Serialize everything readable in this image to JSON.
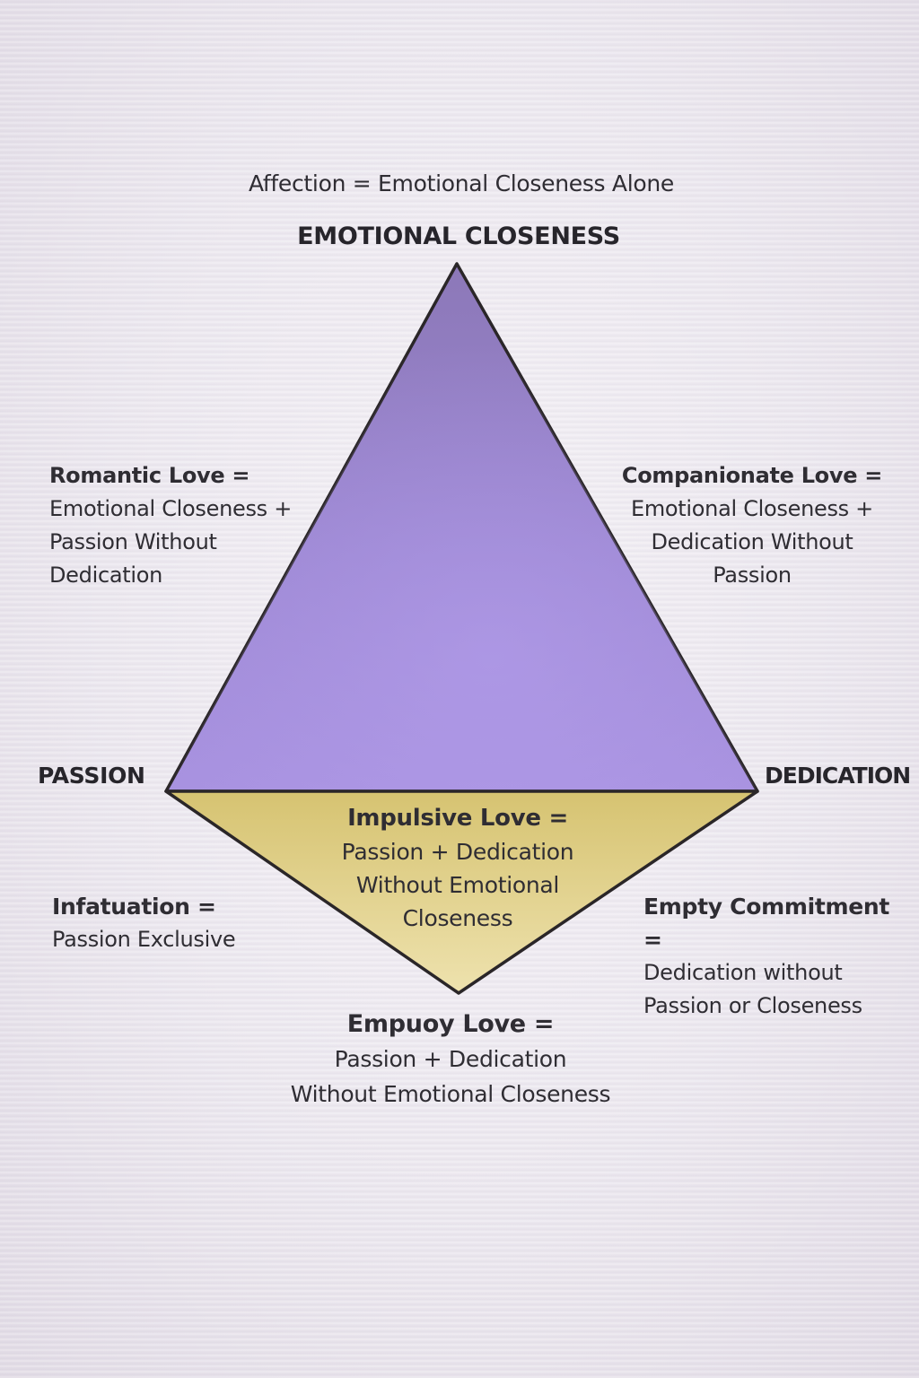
{
  "top_caption": "Affection = Emotional Closeness Alone",
  "vertices": {
    "top": "EMOTIONAL CLOSENESS",
    "left": "PASSION",
    "right": "DEDICATION"
  },
  "romantic": {
    "title": "Romantic Love =",
    "lines": [
      "Emotional Closeness +",
      "Passion Without",
      "Dedication"
    ]
  },
  "companionate": {
    "title": "Companionate Love =",
    "lines": [
      "Emotional Closeness +",
      "Dedication Without",
      "Passion"
    ]
  },
  "impulsive": {
    "title": "Impulsive Love =",
    "lines": [
      "Passion + Dedication",
      "Without Emotional",
      "Closeness"
    ]
  },
  "infatuation": {
    "title": "Infatuation =",
    "lines": [
      "Passion Exclusive"
    ]
  },
  "empty_commitment": {
    "title": "Empty Commitment =",
    "lines": [
      "Dedication without",
      "Passion or Closeness"
    ]
  },
  "empuoy": {
    "title": "Empuoy Love =",
    "lines": [
      "Passion + Dedication",
      "Without Emotional Closeness"
    ]
  },
  "colors": {
    "triangle_top": "#9a86c8",
    "triangle_bottom": "#a58fe0",
    "lower_top": "#d9c877",
    "lower_bottom": "#efe3b0",
    "outline": "#2a2628"
  }
}
